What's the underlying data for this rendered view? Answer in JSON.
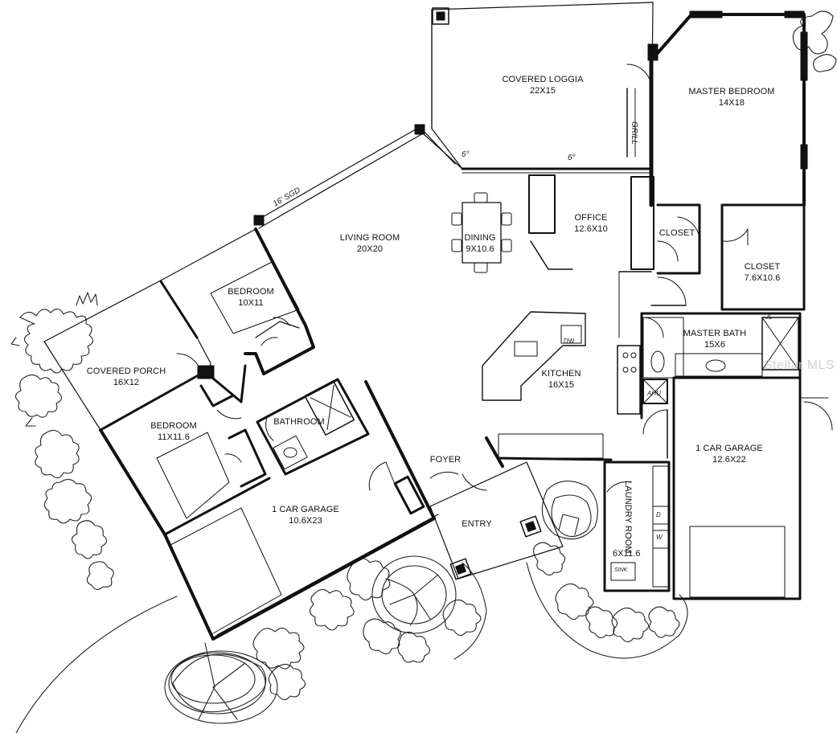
{
  "rooms": [
    {
      "key": "covered_loggia",
      "name": "COVERED LOGGIA",
      "size": "22X15"
    },
    {
      "key": "master_bedroom",
      "name": "MASTER BEDROOM",
      "size": "14X18"
    },
    {
      "key": "living_room",
      "name": "LIVING ROOM",
      "size": "20X20"
    },
    {
      "key": "dining",
      "name": "DINING",
      "size": "9X10.6"
    },
    {
      "key": "office",
      "name": "OFFICE",
      "size": "12.6X10"
    },
    {
      "key": "closet_small",
      "name": "CLOSET",
      "size": ""
    },
    {
      "key": "closet_master",
      "name": "CLOSET",
      "size": "7.6X10.6"
    },
    {
      "key": "bedroom_1",
      "name": "BEDROOM",
      "size": "10X11"
    },
    {
      "key": "master_bath",
      "name": "MASTER BATH",
      "size": "15X6"
    },
    {
      "key": "covered_porch",
      "name": "COVERED PORCH",
      "size": "16X12"
    },
    {
      "key": "kitchen",
      "name": "KITCHEN",
      "size": "16X15"
    },
    {
      "key": "bathroom",
      "name": "BATHROOM",
      "size": ""
    },
    {
      "key": "bedroom_2",
      "name": "BEDROOM",
      "size": "11X11.6"
    },
    {
      "key": "foyer",
      "name": "FOYER",
      "size": ""
    },
    {
      "key": "garage_right",
      "name": "1 CAR GARAGE",
      "size": "12.6X22"
    },
    {
      "key": "garage_left",
      "name": "1 CAR GARAGE",
      "size": "10.6X23"
    },
    {
      "key": "entry",
      "name": "ENTRY",
      "size": ""
    },
    {
      "key": "laundry",
      "name": "LAUNDRY ROOM",
      "size": "6X11.6"
    }
  ],
  "annotations": {
    "sgd": "16' SGD",
    "grill": "GRILL",
    "angle_a": "6°",
    "angle_b": "6°",
    "dw": "DW",
    "ahu": "AHU",
    "sink": "SINK",
    "w": "W",
    "d": "D",
    "jl": "JL"
  },
  "watermark": "Stellar MLS",
  "colors": {
    "ink": "#111111",
    "paper": "#ffffff",
    "watermark": "#c9c9c9"
  }
}
